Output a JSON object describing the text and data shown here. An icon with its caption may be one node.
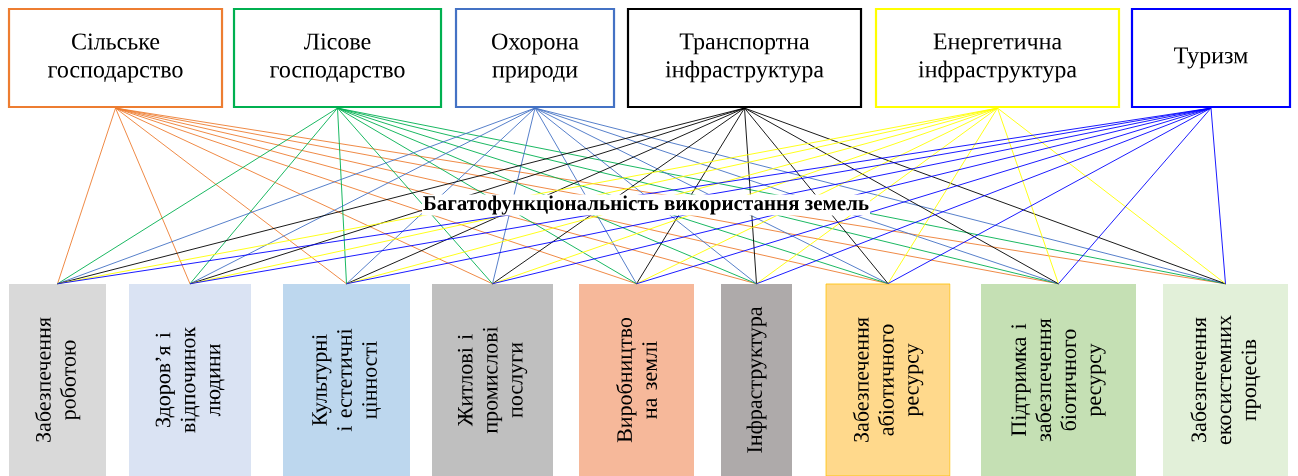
{
  "diagram": {
    "nodes": [
      {
        "text": [
          "Сільське господарство"
        ]
      },
      {
        "text": [
          "Лісове господарство"
        ]
      },
      {
        "text": [
          "Охорона природи"
        ]
      },
      {
        "text": [
          "Транспортна інфраструктура"
        ]
      },
      {
        "text": [
          "Енергетична інфраструктура"
        ]
      },
      {
        "text": [
          "Туризм"
        ]
      },
      {
        "text": [
          "Забезпечення роботою"
        ]
      },
      {
        "text": [
          "Здоров’я і відпочинок людини"
        ]
      },
      {
        "text": [
          "Культурні і естетичні цінності"
        ]
      },
      {
        "text": [
          "Житлові і промислові послуги"
        ]
      },
      {
        "text": [
          "Виробництво на землі"
        ]
      },
      {
        "text": [
          "Інфраструктура"
        ]
      },
      {
        "text": [
          "Забезпечення абіотичного ресурсу"
        ]
      },
      {
        "text": [
          "Підтримка і забезпечення біотичного ресурсу"
        ]
      },
      {
        "text": [
          "Забезпечення екосистемних процесів"
        ]
      }
    ],
    "edges": [
      {
        "from": 0,
        "to": 6,
        "arrow": "none",
        "color": "#ed7d31"
      },
      {
        "from": 0,
        "to": 7,
        "arrow": "none",
        "color": "#ed7d31"
      },
      {
        "from": 0,
        "to": 8,
        "arrow": "none",
        "color": "#ed7d31"
      },
      {
        "from": 0,
        "to": 9,
        "arrow": "none",
        "color": "#ed7d31"
      },
      {
        "from": 0,
        "to": 10,
        "arrow": "none",
        "color": "#ed7d31"
      },
      {
        "from": 0,
        "to": 11,
        "arrow": "none",
        "color": "#ed7d31"
      },
      {
        "from": 0,
        "to": 12,
        "arrow": "none",
        "color": "#ed7d31"
      },
      {
        "from": 0,
        "to": 13,
        "arrow": "none",
        "color": "#ed7d31"
      },
      {
        "from": 0,
        "to": 14,
        "arrow": "none",
        "color": "#ed7d31"
      },
      {
        "from": 1,
        "to": 6,
        "arrow": "none",
        "color": "#00b050"
      },
      {
        "from": 1,
        "to": 7,
        "arrow": "none",
        "color": "#00b050"
      },
      {
        "from": 1,
        "to": 8,
        "arrow": "none",
        "color": "#00b050"
      },
      {
        "from": 1,
        "to": 9,
        "arrow": "none",
        "color": "#00b050"
      },
      {
        "from": 1,
        "to": 10,
        "arrow": "none",
        "color": "#00b050"
      },
      {
        "from": 1,
        "to": 11,
        "arrow": "none",
        "color": "#00b050"
      },
      {
        "from": 1,
        "to": 12,
        "arrow": "none",
        "color": "#00b050"
      },
      {
        "from": 1,
        "to": 13,
        "arrow": "none",
        "color": "#00b050"
      },
      {
        "from": 1,
        "to": 14,
        "arrow": "none",
        "color": "#00b050"
      },
      {
        "from": 2,
        "to": 6,
        "arrow": "none",
        "color": "#4472c4"
      },
      {
        "from": 2,
        "to": 7,
        "arrow": "none",
        "color": "#4472c4"
      },
      {
        "from": 2,
        "to": 8,
        "arrow": "none",
        "color": "#4472c4"
      },
      {
        "from": 2,
        "to": 9,
        "arrow": "none",
        "color": "#4472c4"
      },
      {
        "from": 2,
        "to": 10,
        "arrow": "none",
        "color": "#4472c4"
      },
      {
        "from": 2,
        "to": 11,
        "arrow": "none",
        "color": "#4472c4"
      },
      {
        "from": 2,
        "to": 12,
        "arrow": "none",
        "color": "#4472c4"
      },
      {
        "from": 2,
        "to": 13,
        "arrow": "none",
        "color": "#4472c4"
      },
      {
        "from": 2,
        "to": 14,
        "arrow": "none",
        "color": "#4472c4"
      },
      {
        "from": 3,
        "to": 6,
        "arrow": "none",
        "color": "#000000"
      },
      {
        "from": 3,
        "to": 7,
        "arrow": "none",
        "color": "#000000"
      },
      {
        "from": 3,
        "to": 8,
        "arrow": "none",
        "color": "#000000"
      },
      {
        "from": 3,
        "to": 9,
        "arrow": "none",
        "color": "#000000"
      },
      {
        "from": 3,
        "to": 10,
        "arrow": "none",
        "color": "#000000"
      },
      {
        "from": 3,
        "to": 11,
        "arrow": "none",
        "color": "#000000"
      },
      {
        "from": 3,
        "to": 12,
        "arrow": "none",
        "color": "#000000"
      },
      {
        "from": 3,
        "to": 13,
        "arrow": "none",
        "color": "#000000"
      },
      {
        "from": 3,
        "to": 14,
        "arrow": "none",
        "color": "#000000"
      },
      {
        "from": 4,
        "to": 6,
        "arrow": "none",
        "color": "#ffff00"
      },
      {
        "from": 4,
        "to": 7,
        "arrow": "none",
        "color": "#ffff00"
      },
      {
        "from": 4,
        "to": 8,
        "arrow": "none",
        "color": "#ffff00"
      },
      {
        "from": 4,
        "to": 9,
        "arrow": "none",
        "color": "#ffff00"
      },
      {
        "from": 4,
        "to": 10,
        "arrow": "none",
        "color": "#ffff00"
      },
      {
        "from": 4,
        "to": 11,
        "arrow": "none",
        "color": "#ffff00"
      },
      {
        "from": 4,
        "to": 12,
        "arrow": "none",
        "color": "#ffff00"
      },
      {
        "from": 4,
        "to": 13,
        "arrow": "none",
        "color": "#ffff00"
      },
      {
        "from": 4,
        "to": 14,
        "arrow": "none",
        "color": "#ffff00"
      },
      {
        "from": 5,
        "to": 6,
        "arrow": "none",
        "color": "#0000ff"
      },
      {
        "from": 5,
        "to": 7,
        "arrow": "none",
        "color": "#0000ff"
      },
      {
        "from": 5,
        "to": 8,
        "arrow": "none",
        "color": "#0000ff"
      },
      {
        "from": 5,
        "to": 9,
        "arrow": "none",
        "color": "#0000ff"
      },
      {
        "from": 5,
        "to": 10,
        "arrow": "none",
        "color": "#0000ff"
      },
      {
        "from": 5,
        "to": 11,
        "arrow": "none",
        "color": "#0000ff"
      },
      {
        "from": 5,
        "to": 12,
        "arrow": "none",
        "color": "#0000ff"
      },
      {
        "from": 5,
        "to": 13,
        "arrow": "none",
        "color": "#0000ff"
      },
      {
        "from": 5,
        "to": 14,
        "arrow": "none",
        "color": "#0000ff"
      }
    ],
    "labels": [
      "Багатофункціональність використання земель"
    ]
  }
}
